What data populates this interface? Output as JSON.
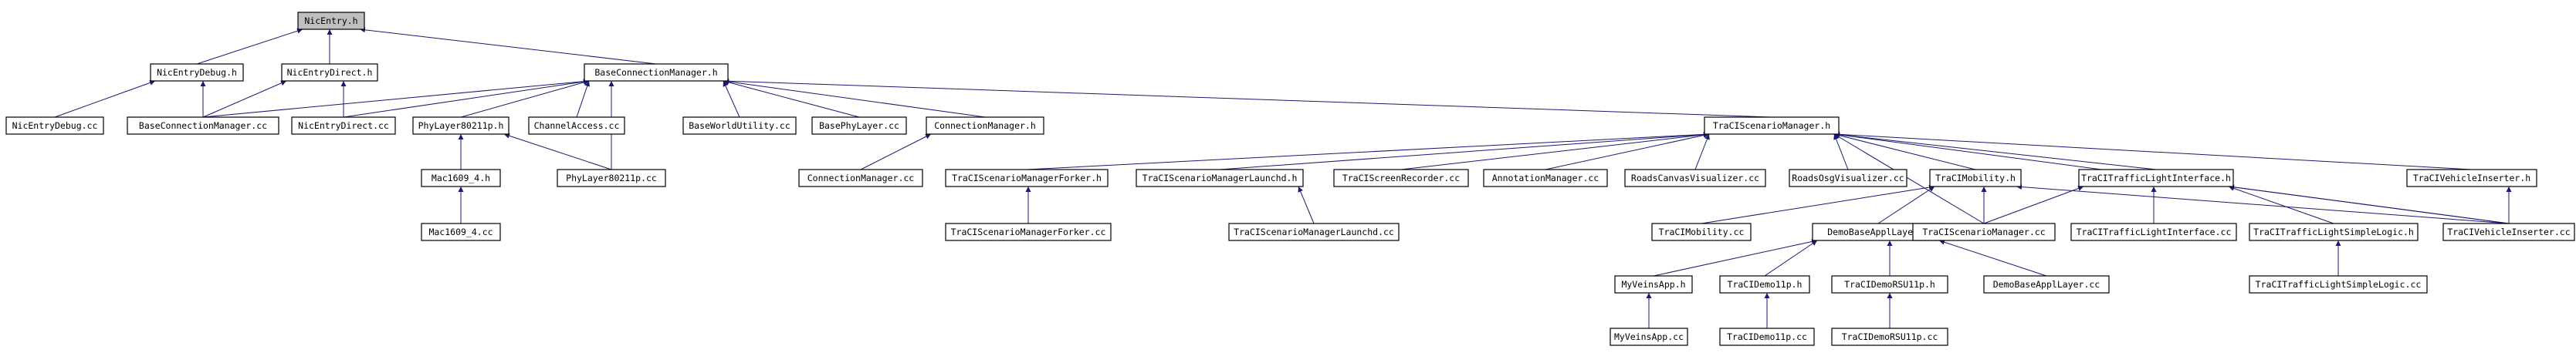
{
  "graph": {
    "root": "NicEntry.h",
    "nodes": [
      {
        "id": "n0",
        "label": "NicEntry.h",
        "root": true
      },
      {
        "id": "n1",
        "label": "NicEntryDebug.h"
      },
      {
        "id": "n2",
        "label": "NicEntryDirect.h"
      },
      {
        "id": "n3",
        "label": "BaseConnectionManager.h"
      },
      {
        "id": "n4",
        "label": "NicEntryDebug.cc"
      },
      {
        "id": "n5",
        "label": "BaseConnectionManager.cc"
      },
      {
        "id": "n6",
        "label": "NicEntryDirect.cc"
      },
      {
        "id": "n7",
        "label": "PhyLayer80211p.h"
      },
      {
        "id": "n8",
        "label": "ChannelAccess.cc"
      },
      {
        "id": "n9",
        "label": "BaseWorldUtility.cc"
      },
      {
        "id": "n10",
        "label": "BasePhyLayer.cc"
      },
      {
        "id": "n11",
        "label": "ConnectionManager.h"
      },
      {
        "id": "n12",
        "label": "Mac1609_4.h"
      },
      {
        "id": "n13",
        "label": "PhyLayer80211p.cc"
      },
      {
        "id": "n14",
        "label": "Mac1609_4.cc"
      },
      {
        "id": "n15",
        "label": "ConnectionManager.cc"
      },
      {
        "id": "n16",
        "label": "TraCIScenarioManager.h"
      },
      {
        "id": "n17",
        "label": "TraCIScenarioManagerForker.h"
      },
      {
        "id": "n18",
        "label": "TraCIScenarioManagerLaunchd.h"
      },
      {
        "id": "n19",
        "label": "TraCIScreenRecorder.cc"
      },
      {
        "id": "n20",
        "label": "AnnotationManager.cc"
      },
      {
        "id": "n21",
        "label": "RoadsCanvasVisualizer.cc"
      },
      {
        "id": "n22",
        "label": "RoadsOsgVisualizer.cc"
      },
      {
        "id": "n23",
        "label": "TraCIMobility.h"
      },
      {
        "id": "n24",
        "label": "TraCITrafficLightInterface.h"
      },
      {
        "id": "n25",
        "label": "TraCIVehicleInserter.h"
      },
      {
        "id": "n26",
        "label": "TraCIScenarioManagerForker.cc"
      },
      {
        "id": "n27",
        "label": "TraCIScenarioManagerLaunchd.cc"
      },
      {
        "id": "n28",
        "label": "TraCIMobility.cc"
      },
      {
        "id": "n29",
        "label": "DemoBaseApplLayer.h"
      },
      {
        "id": "n30",
        "label": "TraCIScenarioManager.cc"
      },
      {
        "id": "n31",
        "label": "TraCITrafficLightInterface.cc"
      },
      {
        "id": "n32",
        "label": "TraCITrafficLightSimpleLogic.h"
      },
      {
        "id": "n33",
        "label": "TraCIVehicleInserter.cc"
      },
      {
        "id": "n34",
        "label": "TraCITrafficLightSimpleLogic.cc"
      },
      {
        "id": "n35",
        "label": "MyVeinsApp.h"
      },
      {
        "id": "n36",
        "label": "TraCIDemo11p.h"
      },
      {
        "id": "n37",
        "label": "TraCIDemoRSU11p.h"
      },
      {
        "id": "n38",
        "label": "DemoBaseApplLayer.cc"
      },
      {
        "id": "n39",
        "label": "MyVeinsApp.cc"
      },
      {
        "id": "n40",
        "label": "TraCIDemo11p.cc"
      },
      {
        "id": "n41",
        "label": "TraCIDemoRSU11p.cc"
      }
    ],
    "edges": [
      [
        "n1",
        "n0"
      ],
      [
        "n2",
        "n0"
      ],
      [
        "n3",
        "n0"
      ],
      [
        "n4",
        "n1"
      ],
      [
        "n5",
        "n1"
      ],
      [
        "n5",
        "n2"
      ],
      [
        "n6",
        "n2"
      ],
      [
        "n5",
        "n3"
      ],
      [
        "n6",
        "n3"
      ],
      [
        "n7",
        "n3"
      ],
      [
        "n8",
        "n3"
      ],
      [
        "n9",
        "n3"
      ],
      [
        "n10",
        "n3"
      ],
      [
        "n11",
        "n3"
      ],
      [
        "n13",
        "n3"
      ],
      [
        "n16",
        "n3"
      ],
      [
        "n12",
        "n7"
      ],
      [
        "n13",
        "n7"
      ],
      [
        "n14",
        "n12"
      ],
      [
        "n15",
        "n11"
      ],
      [
        "n17",
        "n16"
      ],
      [
        "n18",
        "n16"
      ],
      [
        "n19",
        "n16"
      ],
      [
        "n20",
        "n16"
      ],
      [
        "n21",
        "n16"
      ],
      [
        "n22",
        "n16"
      ],
      [
        "n23",
        "n16"
      ],
      [
        "n24",
        "n16"
      ],
      [
        "n25",
        "n16"
      ],
      [
        "n30",
        "n16"
      ],
      [
        "n33",
        "n16"
      ],
      [
        "n26",
        "n17"
      ],
      [
        "n27",
        "n18"
      ],
      [
        "n28",
        "n23"
      ],
      [
        "n29",
        "n23"
      ],
      [
        "n30",
        "n23"
      ],
      [
        "n33",
        "n23"
      ],
      [
        "n30",
        "n24"
      ],
      [
        "n31",
        "n24"
      ],
      [
        "n32",
        "n24"
      ],
      [
        "n33",
        "n24"
      ],
      [
        "n33",
        "n25"
      ],
      [
        "n34",
        "n32"
      ],
      [
        "n35",
        "n29"
      ],
      [
        "n36",
        "n29"
      ],
      [
        "n37",
        "n29"
      ],
      [
        "n38",
        "n29"
      ],
      [
        "n39",
        "n35"
      ],
      [
        "n40",
        "n36"
      ],
      [
        "n41",
        "n37"
      ]
    ]
  },
  "colors": {
    "root_fill": "#bfbfbf",
    "node_fill": "#ffffff",
    "node_border": "#000000",
    "edge": "#191970",
    "text": "#000000"
  }
}
